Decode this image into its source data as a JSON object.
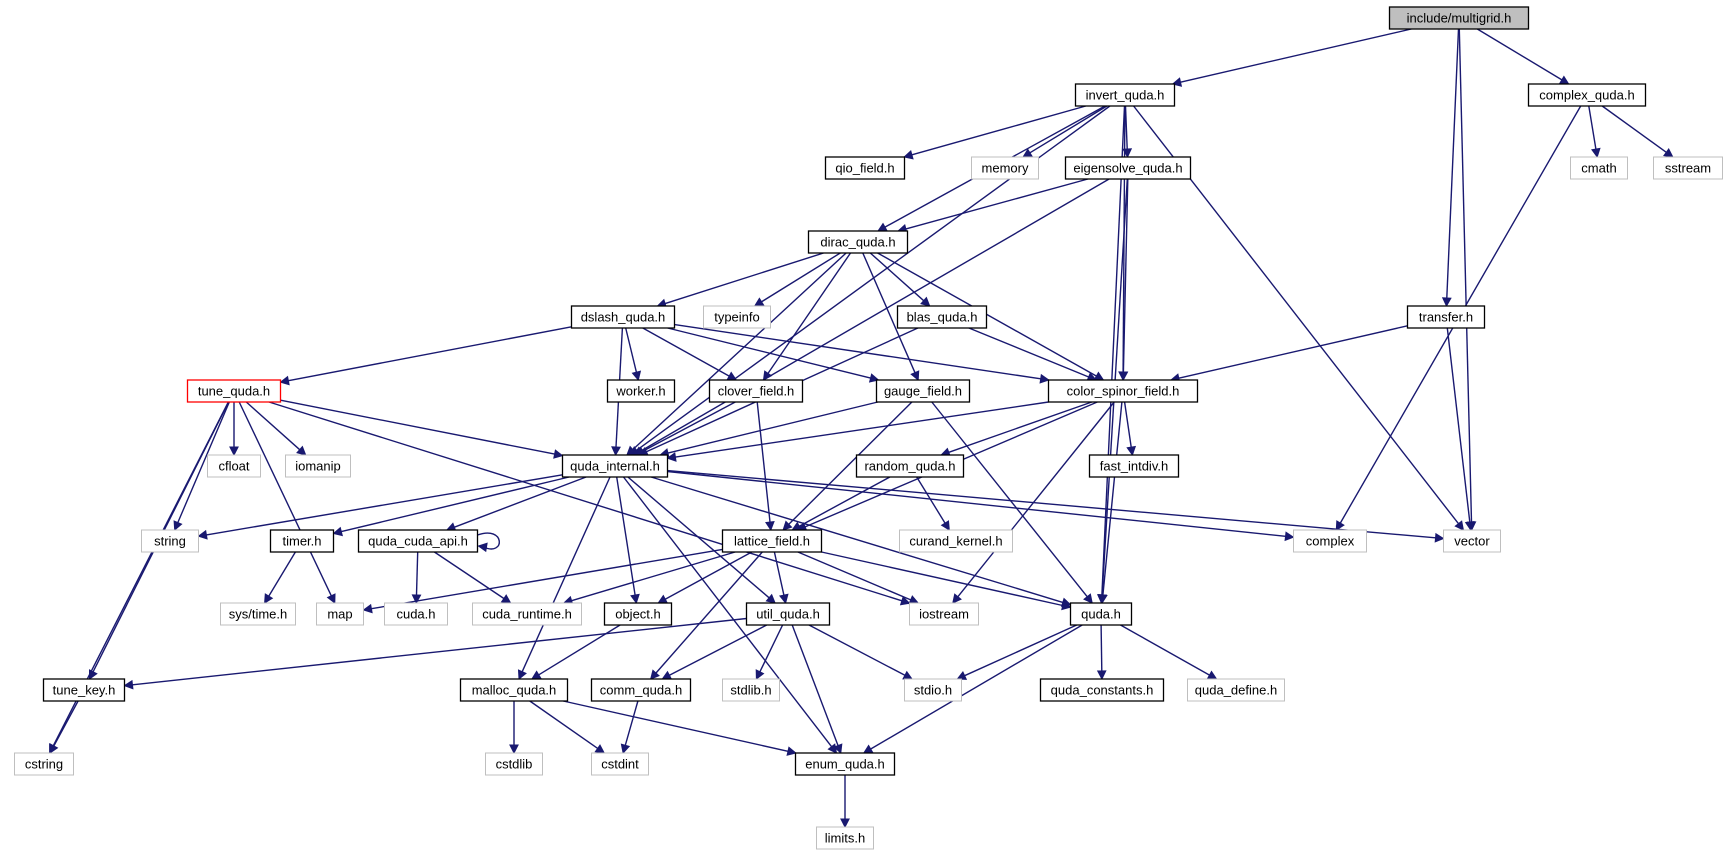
{
  "colors": {
    "edge": "#191970",
    "root_fill": "#bfbfbf",
    "project_border": "#000000",
    "system_border": "#bfbfbf",
    "highlight_border": "#ff0000"
  },
  "nodes": [
    {
      "id": "multigrid",
      "label": "include/multigrid.h",
      "kind": "root"
    },
    {
      "id": "invert_quda",
      "label": "invert_quda.h",
      "kind": "project"
    },
    {
      "id": "complex_quda",
      "label": "complex_quda.h",
      "kind": "project"
    },
    {
      "id": "qio_field",
      "label": "qio_field.h",
      "kind": "project"
    },
    {
      "id": "memory",
      "label": "memory",
      "kind": "system"
    },
    {
      "id": "eigensolve_quda",
      "label": "eigensolve_quda.h",
      "kind": "project"
    },
    {
      "id": "cmath",
      "label": "cmath",
      "kind": "system"
    },
    {
      "id": "sstream",
      "label": "sstream",
      "kind": "system"
    },
    {
      "id": "dirac_quda",
      "label": "dirac_quda.h",
      "kind": "project"
    },
    {
      "id": "dslash_quda",
      "label": "dslash_quda.h",
      "kind": "project"
    },
    {
      "id": "typeinfo",
      "label": "typeinfo",
      "kind": "system"
    },
    {
      "id": "blas_quda",
      "label": "blas_quda.h",
      "kind": "project"
    },
    {
      "id": "transfer",
      "label": "transfer.h",
      "kind": "project"
    },
    {
      "id": "tune_quda",
      "label": "tune_quda.h",
      "kind": "highlight"
    },
    {
      "id": "worker",
      "label": "worker.h",
      "kind": "project"
    },
    {
      "id": "clover_field",
      "label": "clover_field.h",
      "kind": "project"
    },
    {
      "id": "gauge_field",
      "label": "gauge_field.h",
      "kind": "project"
    },
    {
      "id": "color_spinor_field",
      "label": "color_spinor_field.h",
      "kind": "project"
    },
    {
      "id": "cfloat",
      "label": "cfloat",
      "kind": "system"
    },
    {
      "id": "iomanip",
      "label": "iomanip",
      "kind": "system"
    },
    {
      "id": "quda_internal",
      "label": "quda_internal.h",
      "kind": "project"
    },
    {
      "id": "random_quda",
      "label": "random_quda.h",
      "kind": "project"
    },
    {
      "id": "fast_intdiv",
      "label": "fast_intdiv.h",
      "kind": "project"
    },
    {
      "id": "string",
      "label": "string",
      "kind": "system"
    },
    {
      "id": "timer",
      "label": "timer.h",
      "kind": "project"
    },
    {
      "id": "quda_cuda_api",
      "label": "quda_cuda_api.h",
      "kind": "project"
    },
    {
      "id": "lattice_field",
      "label": "lattice_field.h",
      "kind": "project"
    },
    {
      "id": "curand_kernel",
      "label": "curand_kernel.h",
      "kind": "system"
    },
    {
      "id": "complex",
      "label": "complex",
      "kind": "system"
    },
    {
      "id": "vector",
      "label": "vector",
      "kind": "system"
    },
    {
      "id": "systime",
      "label": "sys/time.h",
      "kind": "system"
    },
    {
      "id": "map",
      "label": "map",
      "kind": "system"
    },
    {
      "id": "cuda",
      "label": "cuda.h",
      "kind": "system"
    },
    {
      "id": "cuda_runtime",
      "label": "cuda_runtime.h",
      "kind": "system"
    },
    {
      "id": "object",
      "label": "object.h",
      "kind": "project"
    },
    {
      "id": "util_quda",
      "label": "util_quda.h",
      "kind": "project"
    },
    {
      "id": "iostream",
      "label": "iostream",
      "kind": "system"
    },
    {
      "id": "quda",
      "label": "quda.h",
      "kind": "project"
    },
    {
      "id": "tune_key",
      "label": "tune_key.h",
      "kind": "project"
    },
    {
      "id": "malloc_quda",
      "label": "malloc_quda.h",
      "kind": "project"
    },
    {
      "id": "comm_quda",
      "label": "comm_quda.h",
      "kind": "project"
    },
    {
      "id": "stdlib",
      "label": "stdlib.h",
      "kind": "system"
    },
    {
      "id": "stdio",
      "label": "stdio.h",
      "kind": "system"
    },
    {
      "id": "quda_constants",
      "label": "quda_constants.h",
      "kind": "project"
    },
    {
      "id": "quda_define",
      "label": "quda_define.h",
      "kind": "system"
    },
    {
      "id": "cstring",
      "label": "cstring",
      "kind": "system"
    },
    {
      "id": "cstdlib",
      "label": "cstdlib",
      "kind": "system"
    },
    {
      "id": "cstdint",
      "label": "cstdint",
      "kind": "system"
    },
    {
      "id": "enum_quda",
      "label": "enum_quda.h",
      "kind": "project"
    },
    {
      "id": "limits",
      "label": "limits.h",
      "kind": "system"
    }
  ],
  "edges": [
    [
      "multigrid",
      "invert_quda"
    ],
    [
      "multigrid",
      "complex_quda"
    ],
    [
      "multigrid",
      "transfer"
    ],
    [
      "multigrid",
      "vector"
    ],
    [
      "invert_quda",
      "qio_field"
    ],
    [
      "invert_quda",
      "memory"
    ],
    [
      "invert_quda",
      "eigensolve_quda"
    ],
    [
      "invert_quda",
      "dirac_quda"
    ],
    [
      "invert_quda",
      "quda_internal"
    ],
    [
      "invert_quda",
      "color_spinor_field"
    ],
    [
      "invert_quda",
      "quda"
    ],
    [
      "invert_quda",
      "vector"
    ],
    [
      "complex_quda",
      "cmath"
    ],
    [
      "complex_quda",
      "sstream"
    ],
    [
      "complex_quda",
      "complex"
    ],
    [
      "eigensolve_quda",
      "dirac_quda"
    ],
    [
      "eigensolve_quda",
      "color_spinor_field"
    ],
    [
      "eigensolve_quda",
      "quda_internal"
    ],
    [
      "eigensolve_quda",
      "quda"
    ],
    [
      "dirac_quda",
      "dslash_quda"
    ],
    [
      "dirac_quda",
      "typeinfo"
    ],
    [
      "dirac_quda",
      "blas_quda"
    ],
    [
      "dirac_quda",
      "clover_field"
    ],
    [
      "dirac_quda",
      "gauge_field"
    ],
    [
      "dirac_quda",
      "color_spinor_field"
    ],
    [
      "dirac_quda",
      "quda_internal"
    ],
    [
      "dslash_quda",
      "tune_quda"
    ],
    [
      "dslash_quda",
      "worker"
    ],
    [
      "dslash_quda",
      "clover_field"
    ],
    [
      "dslash_quda",
      "gauge_field"
    ],
    [
      "dslash_quda",
      "color_spinor_field"
    ],
    [
      "dslash_quda",
      "quda_internal"
    ],
    [
      "blas_quda",
      "color_spinor_field"
    ],
    [
      "blas_quda",
      "quda_internal"
    ],
    [
      "transfer",
      "color_spinor_field"
    ],
    [
      "transfer",
      "vector"
    ],
    [
      "tune_quda",
      "cfloat"
    ],
    [
      "tune_quda",
      "iomanip"
    ],
    [
      "tune_quda",
      "quda_internal"
    ],
    [
      "tune_quda",
      "string"
    ],
    [
      "tune_quda",
      "tune_key"
    ],
    [
      "tune_quda",
      "cstring"
    ],
    [
      "tune_quda",
      "map"
    ],
    [
      "tune_quda",
      "iostream"
    ],
    [
      "clover_field",
      "quda_internal"
    ],
    [
      "clover_field",
      "lattice_field"
    ],
    [
      "gauge_field",
      "quda_internal"
    ],
    [
      "gauge_field",
      "lattice_field"
    ],
    [
      "gauge_field",
      "quda"
    ],
    [
      "color_spinor_field",
      "quda_internal"
    ],
    [
      "color_spinor_field",
      "random_quda"
    ],
    [
      "color_spinor_field",
      "fast_intdiv"
    ],
    [
      "color_spinor_field",
      "lattice_field"
    ],
    [
      "color_spinor_field",
      "iostream"
    ],
    [
      "color_spinor_field",
      "quda"
    ],
    [
      "quda_internal",
      "string"
    ],
    [
      "quda_internal",
      "timer"
    ],
    [
      "quda_internal",
      "quda_cuda_api"
    ],
    [
      "quda_internal",
      "object"
    ],
    [
      "quda_internal",
      "util_quda"
    ],
    [
      "quda_internal",
      "malloc_quda"
    ],
    [
      "quda_internal",
      "enum_quda"
    ],
    [
      "quda_internal",
      "quda"
    ],
    [
      "quda_internal",
      "complex"
    ],
    [
      "quda_internal",
      "vector"
    ],
    [
      "random_quda",
      "curand_kernel"
    ],
    [
      "random_quda",
      "lattice_field"
    ],
    [
      "timer",
      "systime"
    ],
    [
      "quda_cuda_api",
      "quda_cuda_api"
    ],
    [
      "quda_cuda_api",
      "cuda"
    ],
    [
      "quda_cuda_api",
      "cuda_runtime"
    ],
    [
      "lattice_field",
      "map"
    ],
    [
      "lattice_field",
      "cuda_runtime"
    ],
    [
      "lattice_field",
      "object"
    ],
    [
      "lattice_field",
      "util_quda"
    ],
    [
      "lattice_field",
      "iostream"
    ],
    [
      "lattice_field",
      "quda"
    ],
    [
      "lattice_field",
      "comm_quda"
    ],
    [
      "object",
      "malloc_quda"
    ],
    [
      "util_quda",
      "tune_key"
    ],
    [
      "util_quda",
      "comm_quda"
    ],
    [
      "util_quda",
      "stdlib"
    ],
    [
      "util_quda",
      "stdio"
    ],
    [
      "util_quda",
      "enum_quda"
    ],
    [
      "quda",
      "stdio"
    ],
    [
      "quda",
      "quda_constants"
    ],
    [
      "quda",
      "quda_define"
    ],
    [
      "quda",
      "enum_quda"
    ],
    [
      "tune_key",
      "cstring"
    ],
    [
      "malloc_quda",
      "cstdlib"
    ],
    [
      "malloc_quda",
      "cstdint"
    ],
    [
      "malloc_quda",
      "enum_quda"
    ],
    [
      "comm_quda",
      "cstdint"
    ],
    [
      "enum_quda",
      "limits"
    ]
  ]
}
